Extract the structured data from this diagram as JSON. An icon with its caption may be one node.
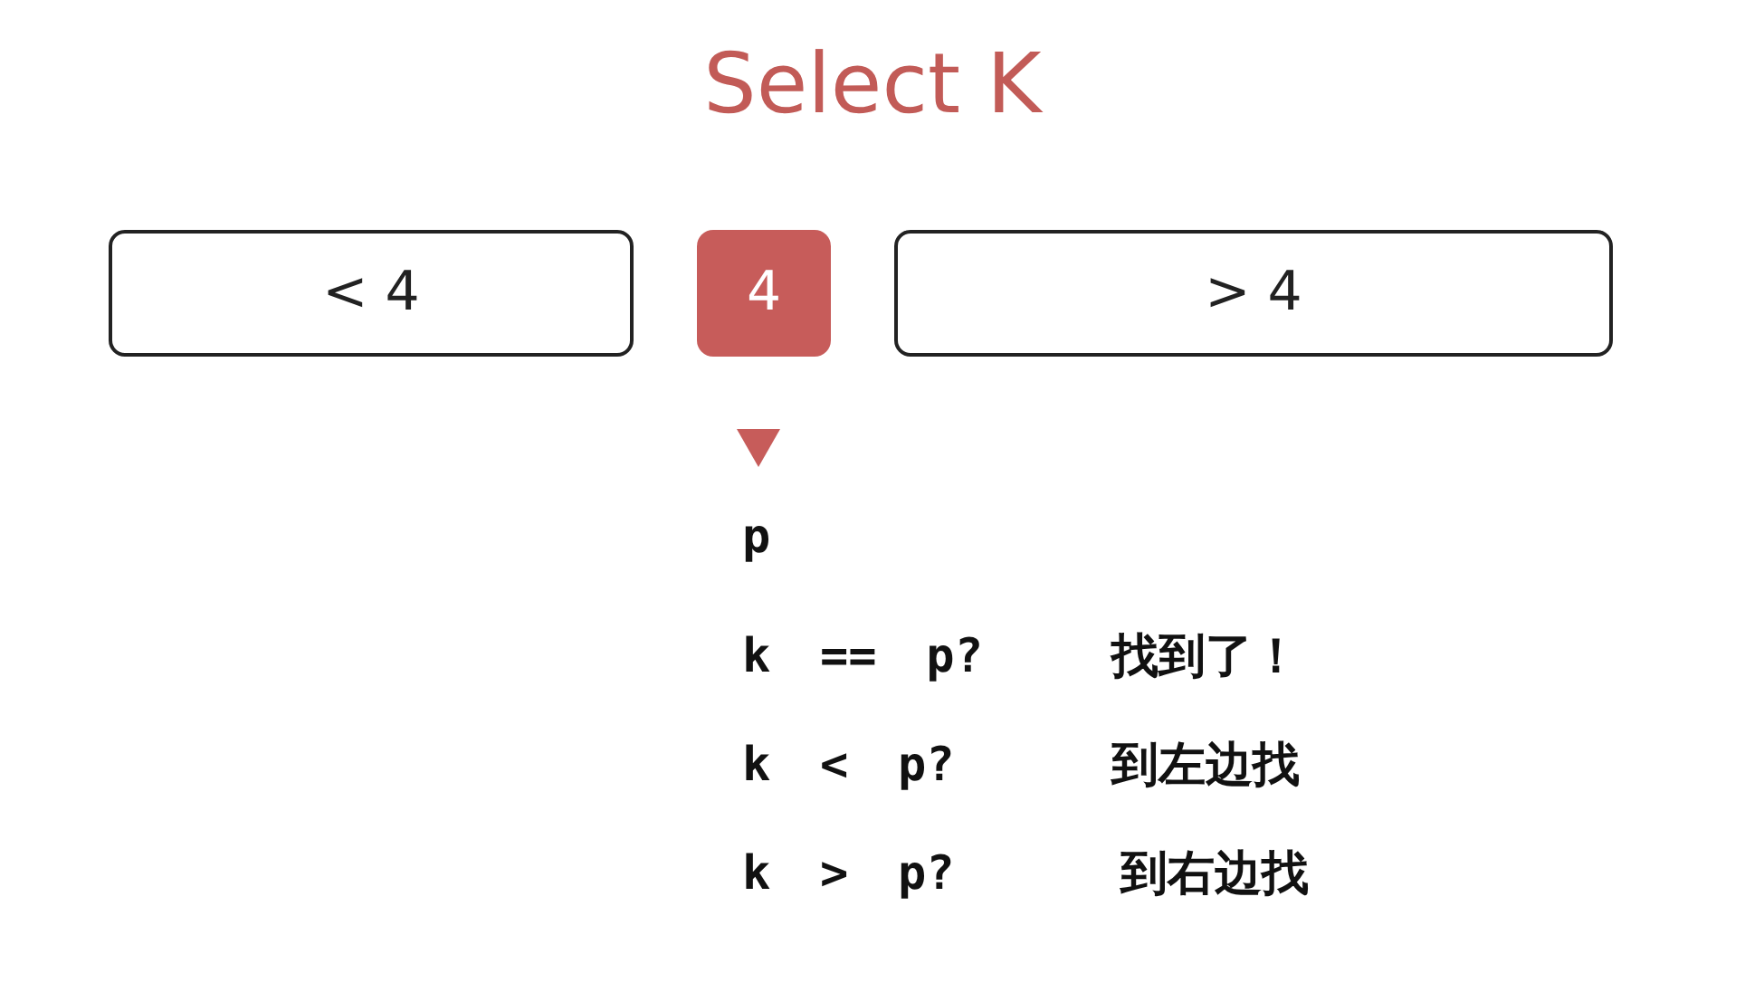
{
  "diagram": {
    "title": "Select K",
    "nodes": [
      {
        "text": [
          "< 4"
        ]
      },
      {
        "text": [
          "4"
        ]
      },
      {
        "text": [
          "> 4"
        ]
      }
    ],
    "labels": [
      "p",
      "k == p?",
      "找到了！",
      "k < p?",
      "到左边找",
      "k > p?",
      "到右边找"
    ]
  }
}
